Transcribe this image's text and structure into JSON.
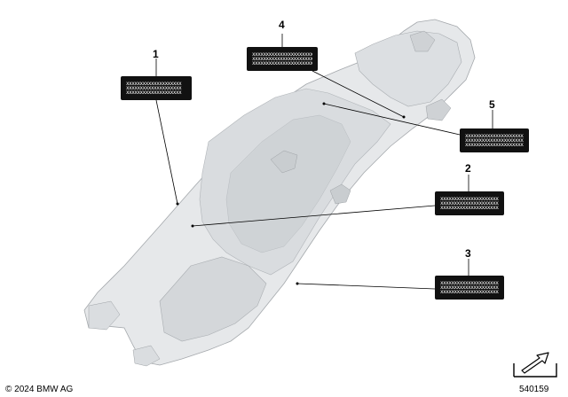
{
  "callouts": [
    {
      "number": "1",
      "label_lines": [
        "xxxxxxxxxxxxxxxxxxxx",
        "xxxxxxxxxxxxxxxxxxxx",
        "xxxxxxxxxxxxxxxxxxxx"
      ]
    },
    {
      "number": "2",
      "label_lines": [
        "xxxxxxxxxxxxxxxxxxxxxx",
        "xxxxxxxxxxxxxxxxxxxxxx",
        "xxxxxxxxxxxxxxxxxxxxxx"
      ]
    },
    {
      "number": "3",
      "label_lines": [
        "xxxxxxxxxxxxxxxxxxxxxx",
        "xxxxxxxxxxxxxxxxxxxxxx",
        "xxxxxxxxxxxxxxxxxxxxxx"
      ]
    },
    {
      "number": "4",
      "label_lines": [
        "xxxxxxxxxxxxxxxxxxxxxxxx",
        "xxxxxxxxxxxxxxxxxxxxxxxx",
        "xxxxxxxxxxxxxxxxxxxxxxxx"
      ]
    },
    {
      "number": "5",
      "label_lines": [
        "xxxxxxxxxxxxxxxxxxxxxx",
        "xxxxxxxxxxxxxxxxxxxxxx",
        "xxxxxxxxxxxxxxxxxxxxxx"
      ]
    }
  ],
  "footer": {
    "copyright": "© 2024 BMW AG",
    "diagram_id": "540159"
  },
  "icons": {
    "navigation": "arrow-in-box-icon"
  },
  "colors": {
    "part_fill": "#e4e6e8",
    "part_stroke": "#9a9ea2",
    "label_bg": "#111111"
  }
}
